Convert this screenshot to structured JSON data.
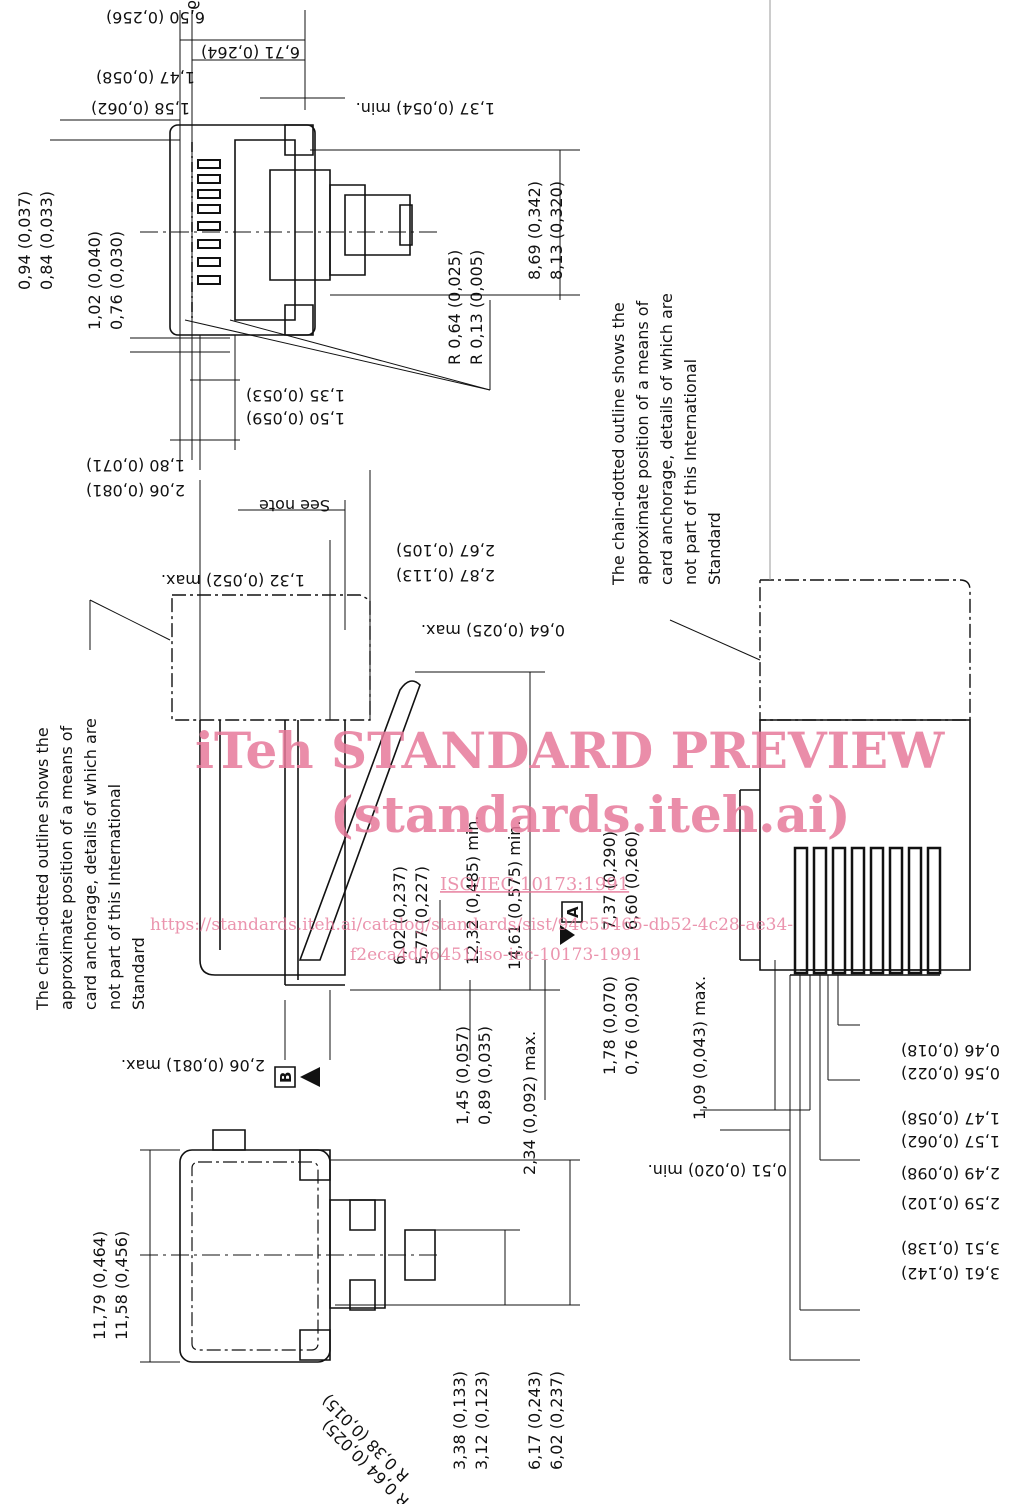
{
  "watermark": {
    "title": "iTeh STANDARD PREVIEW",
    "subtitle": "(standards.iteh.ai)",
    "doc_ref": "ISO/IEC 10173:1991",
    "url_line1": "https://standards.iteh.ai/catalog/standards/sist/94c55465-db52-4c28-ae34-",
    "url_line2": "f2eca4d06451/iso-iec-10173-1991"
  },
  "notes": {
    "anchorage_left": [
      "The chain-dotted outline shows the",
      "approximate position of a means of",
      "card anchorage, details of which are",
      "not part of this International",
      "Standard"
    ],
    "anchorage_right": [
      "The chain-dotted outline shows the",
      "approximate position of a means of",
      "card anchorage, details of which are",
      "not part of this International",
      "Standard"
    ],
    "see_note": "See note"
  },
  "datums": {
    "a": "A",
    "b": "B"
  },
  "dims": {
    "d_650": "6,50 (0,256)",
    "d_671": "6,71 (0,264)",
    "d_147_top": "1,47 (0,058)",
    "d_158": "1,58 (0,062)",
    "d_137": "1,37 (0,054) min.",
    "d_094": "0,94 (0,037)",
    "d_084": "0,84 (0,033)",
    "d_102": "1,02 (0,040)",
    "d_076": "0,76 (0,030)",
    "d_869": "8,69 (0,342)",
    "d_813": "8,13 (0,320)",
    "d_r064": "R 0,64 (0,025)",
    "d_r013": "R 0,13 (0,005)",
    "d_135": "1,35 (0,053)",
    "d_150": "1,50 (0,059)",
    "d_180": "1,80 (0,071)",
    "d_206": "2,06 (0,081)",
    "d_132": "1,32 (0,052) max.",
    "d_267": "2,67 (0,105)",
    "d_287": "2,87 (0,113)",
    "d_064max": "0,64 (0,025) max.",
    "d_602": "6,02 (0,237)",
    "d_577": "5,77 (0,227)",
    "d_1232": "12,32 (0,485) min.",
    "d_1461": "14,61 (0,575) min.",
    "d_737": "7,37 (0,290)",
    "d_660": "6,60 (0,260)",
    "d_206max": "2,06 (0,081) max.",
    "d_145": "1,45 (0,057)",
    "d_089": "0,89 (0,035)",
    "d_234": "2,34 (0,092) max.",
    "d_178": "1,78 (0,070)",
    "d_076b": "0,76 (0,030)",
    "d_109": "1,09 (0,043) max.",
    "d_046": "0,46 (0,018)",
    "d_056": "0,56 (0,022)",
    "d_147": "1,47 (0,058)",
    "d_157": "1,57 (0,062)",
    "d_051": "0,51 (0,020) min.",
    "d_249": "2,49 (0,098)",
    "d_259": "2,59 (0,102)",
    "d_351": "3,51 (0,138)",
    "d_361": "3,61 (0,142)",
    "d_1179": "11,79 (0,464)",
    "d_1158": "11,58 (0,456)",
    "d_338": "3,38 (0,133)",
    "d_312": "3,12 (0,123)",
    "d_617": "6,17 (0,243)",
    "d_602b": "6,02 (0,237)",
    "d_r038": "R 0,38 (0,015)",
    "d_r064b": "R 0,64 (0,025)"
  }
}
